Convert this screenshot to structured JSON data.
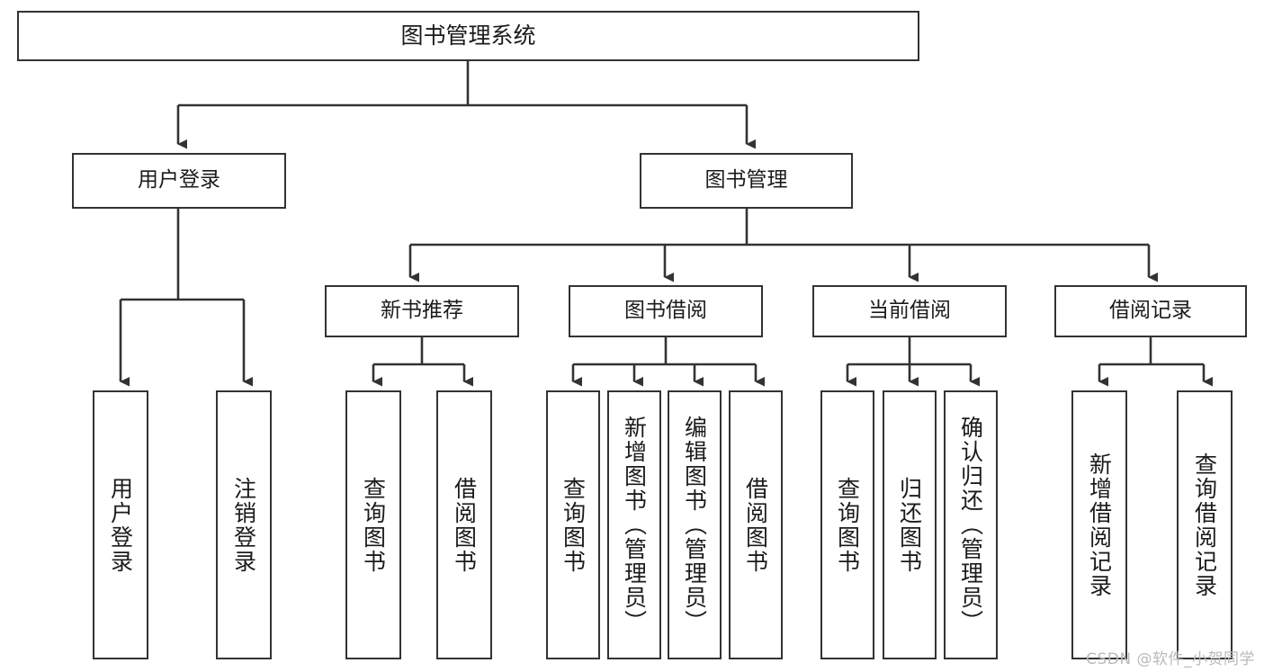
{
  "diagram": {
    "title": "图书管理系统",
    "type": "tree-hierarchy-flowchart",
    "root": {
      "id": "root",
      "label": "图书管理系统"
    },
    "level2": [
      {
        "id": "login",
        "label": "用户登录"
      },
      {
        "id": "bookmgmt",
        "label": "图书管理"
      }
    ],
    "level3": [
      {
        "id": "newbook",
        "label": "新书推荐",
        "parent": "bookmgmt"
      },
      {
        "id": "borrow",
        "label": "图书借阅",
        "parent": "bookmgmt"
      },
      {
        "id": "current",
        "label": "当前借阅",
        "parent": "bookmgmt"
      },
      {
        "id": "record",
        "label": "借阅记录",
        "parent": "bookmgmt"
      }
    ],
    "leaves": [
      {
        "id": "leaf-1",
        "label": "用户登录",
        "parent": "login"
      },
      {
        "id": "leaf-2",
        "label": "注销登录",
        "parent": "login"
      },
      {
        "id": "leaf-3",
        "label": "查询图书",
        "parent": "newbook"
      },
      {
        "id": "leaf-4",
        "label": "借阅图书",
        "parent": "newbook"
      },
      {
        "id": "leaf-5",
        "label": "查询图书",
        "parent": "borrow"
      },
      {
        "id": "leaf-6",
        "label": "新增图书（管理员）",
        "parent": "borrow"
      },
      {
        "id": "leaf-7",
        "label": "编辑图书（管理员）",
        "parent": "borrow"
      },
      {
        "id": "leaf-8",
        "label": "借阅图书",
        "parent": "borrow"
      },
      {
        "id": "leaf-9",
        "label": "查询图书",
        "parent": "current"
      },
      {
        "id": "leaf-10",
        "label": "归还图书",
        "parent": "current"
      },
      {
        "id": "leaf-11",
        "label": "确认归还（管理员）",
        "parent": "current"
      },
      {
        "id": "leaf-12",
        "label": "新增借阅记录",
        "parent": "record"
      },
      {
        "id": "leaf-13",
        "label": "查询借阅记录",
        "parent": "record"
      }
    ],
    "colors": {
      "box_border": "#333333",
      "box_fill": "#ffffff",
      "connector": "#333333",
      "text": "#1b1b1b",
      "watermark": "#b9b9b9",
      "background": "#ffffff"
    }
  },
  "watermark": {
    "text": "CSDN @软件_小贺同学"
  }
}
